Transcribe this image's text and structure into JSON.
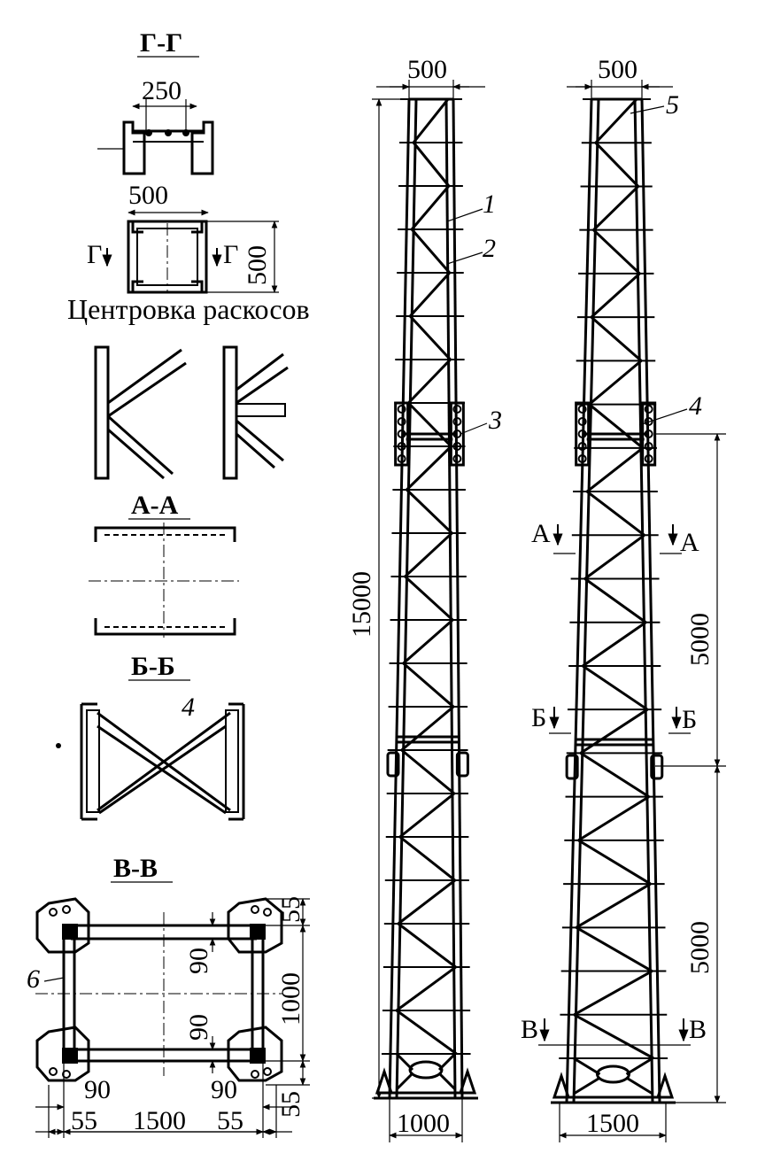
{
  "sections": {
    "gg": "Г-Г",
    "aa": "А-А",
    "bb": "Б-Б",
    "vv": "В-В"
  },
  "caption": "Центровка раскосов",
  "dimensions": {
    "gg_width": "250",
    "top_box_w": "500",
    "top_box_h": "500",
    "tower1_top": "500",
    "tower2_top": "500",
    "height_total": "15000",
    "upper_segment": "5000",
    "lower_segment": "5000",
    "tower1_base": "1000",
    "tower2_base": "1500",
    "vv_top_offset": "55",
    "vv_chord": "90",
    "vv_height": "1000",
    "vv_chord_b": "90",
    "vv_bottom_offset": "55",
    "vv_left_inner": "90",
    "vv_right_inner": "90",
    "vv_left_outer": "55",
    "vv_width": "1500",
    "vv_right_outer": "55"
  },
  "markers": {
    "g_left": "Г",
    "g_right": "Г",
    "a_left": "А",
    "a_right": "А",
    "b_left": "Б",
    "b_right": "Б",
    "v_left": "В",
    "v_right": "В"
  },
  "callouts": {
    "n1": "1",
    "n2": "2",
    "n3": "3",
    "n4_tower": "4",
    "n4_section": "4",
    "n5": "5",
    "n6": "6"
  }
}
